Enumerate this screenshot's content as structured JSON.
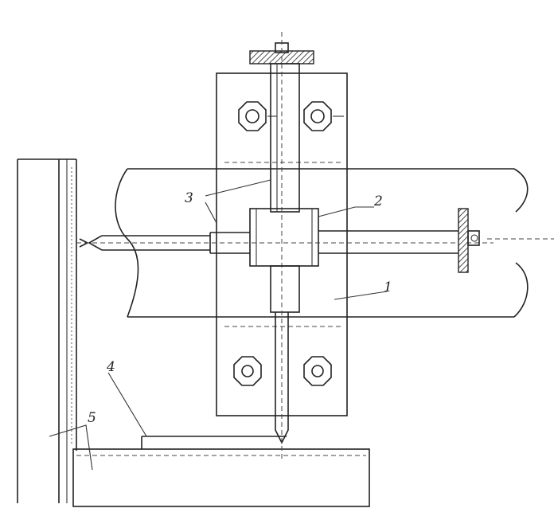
{
  "callouts": {
    "label_1": "1",
    "label_2": "2",
    "label_3": "3",
    "label_4": "4",
    "label_5": "5"
  },
  "colors": {
    "ink": "#222222",
    "paper": "#ffffff"
  }
}
